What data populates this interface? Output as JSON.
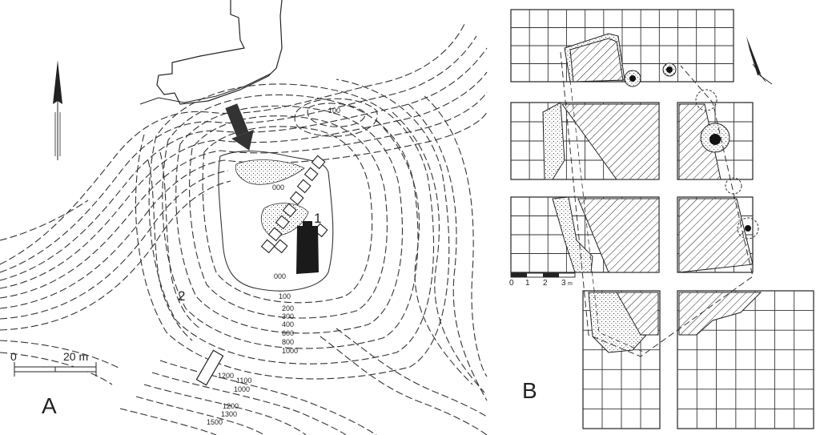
{
  "panel_a": {
    "letter": "A",
    "marker_1": "1",
    "marker_2": "2",
    "scale": {
      "zero": "0",
      "end": "20 m"
    },
    "contour_labels": [
      "100",
      "000",
      "000",
      "100",
      "200",
      "300",
      "400",
      "600",
      "800",
      "1000",
      "1200",
      "1100",
      "1000",
      "1200",
      "1300",
      "1500"
    ]
  },
  "panel_b": {
    "letter": "B",
    "scale": {
      "t0": "0",
      "t1": "1",
      "t2": "2",
      "t3": "3",
      "unit": "m"
    }
  },
  "colors": {
    "ink": "#222222",
    "paper": "#ffffff",
    "stipple": "#555555"
  },
  "icons": [
    "north-arrow-icon",
    "direction-arrow-icon"
  ]
}
